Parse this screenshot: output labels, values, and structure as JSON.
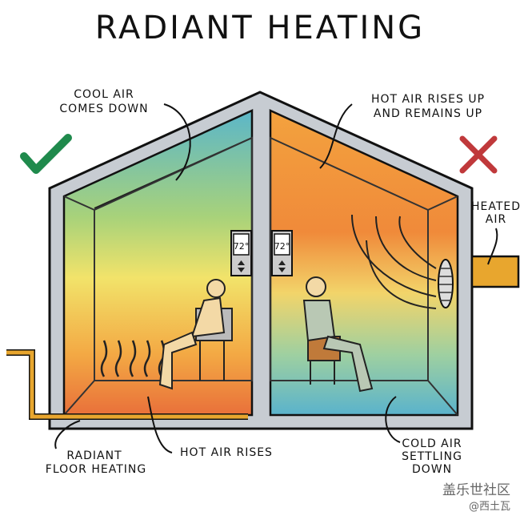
{
  "title": "RADIANT HEATING",
  "labels": {
    "cool_air": [
      "COOL AIR",
      "COMES DOWN"
    ],
    "hot_air_up": [
      "HOT AIR RISES UP",
      "AND REMAINS UP"
    ],
    "heated_air": [
      "HEATED",
      "AIR"
    ],
    "radiant_floor": [
      "RADIANT",
      "FLOOR HEATING"
    ],
    "hot_air_rises": "HOT AIR RISES",
    "cold_air": [
      "COLD AIR",
      "SETTLING",
      "DOWN"
    ]
  },
  "thermostats": [
    {
      "temp": "72°"
    },
    {
      "temp": "72°"
    }
  ],
  "icons": {
    "left": "check-icon",
    "right": "x-icon"
  },
  "colors": {
    "check": "#1f8a4c",
    "cross": "#c0393b",
    "pipe": "#e8a62e",
    "wall": "#c7ccd2"
  },
  "watermark": {
    "line1": "盖乐世社区",
    "line2": "@西土瓦"
  }
}
